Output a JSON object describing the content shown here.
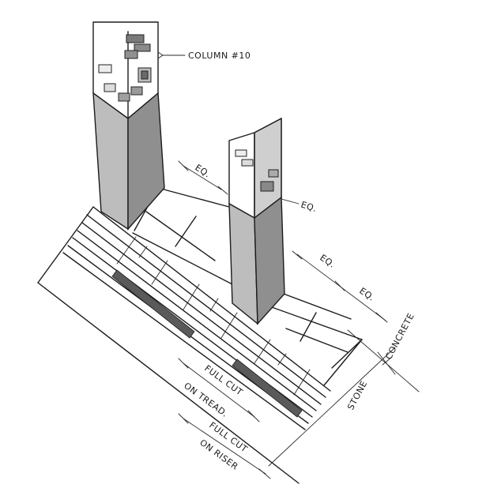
{
  "labels": {
    "column": "COLUMN #10",
    "eq_1": "EQ.",
    "eq_2": "EQ.",
    "eq_3": "EQ.",
    "eq_4": "EQ.",
    "concrete": "CONCRETE",
    "stone": "STONE",
    "full_cut_tread_1": "FULL CUT",
    "full_cut_tread_2": "ON TREAD.",
    "full_cut_riser_1": "FULL CUT",
    "full_cut_riser_2": "ON RISER"
  },
  "colors": {
    "ink": "#1c1c1c",
    "column_light": "#bdbdbd",
    "column_dark": "#8f8f8f",
    "column_top": "#dcdcdc",
    "paper": "#ffffff"
  }
}
